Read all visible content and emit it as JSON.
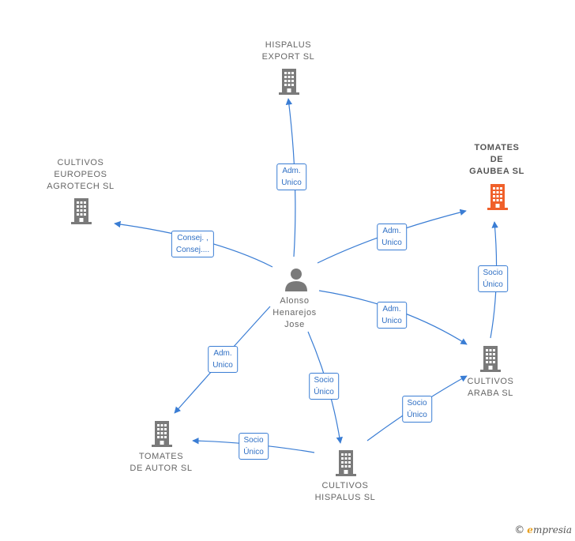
{
  "nodes": {
    "hispalus_export": {
      "lines": [
        "HISPALUS",
        "EXPORT  SL"
      ],
      "icon": "building-icon"
    },
    "cultivos_europeos": {
      "lines": [
        "CULTIVOS",
        "EUROPEOS",
        "AGROTECH  SL"
      ],
      "icon": "building-icon"
    },
    "tomates_gaubea": {
      "lines": [
        "TOMATES",
        "DE",
        "GAUBEA  SL"
      ],
      "icon": "building-icon"
    },
    "alonso": {
      "lines": [
        "Alonso",
        "Henarejos",
        "Jose"
      ],
      "icon": "person-icon"
    },
    "cultivos_araba": {
      "lines": [
        "CULTIVOS",
        "ARABA  SL"
      ],
      "icon": "building-icon"
    },
    "tomates_autor": {
      "lines": [
        "TOMATES",
        "DE AUTOR  SL"
      ],
      "icon": "building-icon"
    },
    "cultivos_hispalus": {
      "lines": [
        "CULTIVOS",
        "HISPALUS  SL"
      ],
      "icon": "building-icon"
    }
  },
  "edges": {
    "alonso_hispalus_export": {
      "lines": [
        "Adm.",
        "Unico"
      ]
    },
    "alonso_cultivos_europeos": {
      "lines": [
        "Consej. ,",
        "Consej...."
      ]
    },
    "alonso_tomates_gaubea": {
      "lines": [
        "Adm.",
        "Unico"
      ]
    },
    "alonso_cultivos_araba": {
      "lines": [
        "Adm.",
        "Unico"
      ]
    },
    "araba_tomates_gaubea": {
      "lines": [
        "Socio",
        "Único"
      ]
    },
    "alonso_tomates_autor": {
      "lines": [
        "Adm.",
        "Unico"
      ]
    },
    "alonso_cultivos_hispalus": {
      "lines": [
        "Socio",
        "Único"
      ]
    },
    "hispalus_cultivos_araba": {
      "lines": [
        "Socio",
        "Único"
      ]
    },
    "hispalus_tomates_autor": {
      "lines": [
        "Socio",
        "Único"
      ]
    }
  },
  "colors": {
    "edge": "#3a7dd4",
    "building": "#7a7a7a",
    "building_highlight": "#f0602a",
    "person": "#7a7a7a"
  },
  "watermark": {
    "copyright": "©",
    "brand_initial": "e",
    "brand_rest": "mpresia"
  }
}
